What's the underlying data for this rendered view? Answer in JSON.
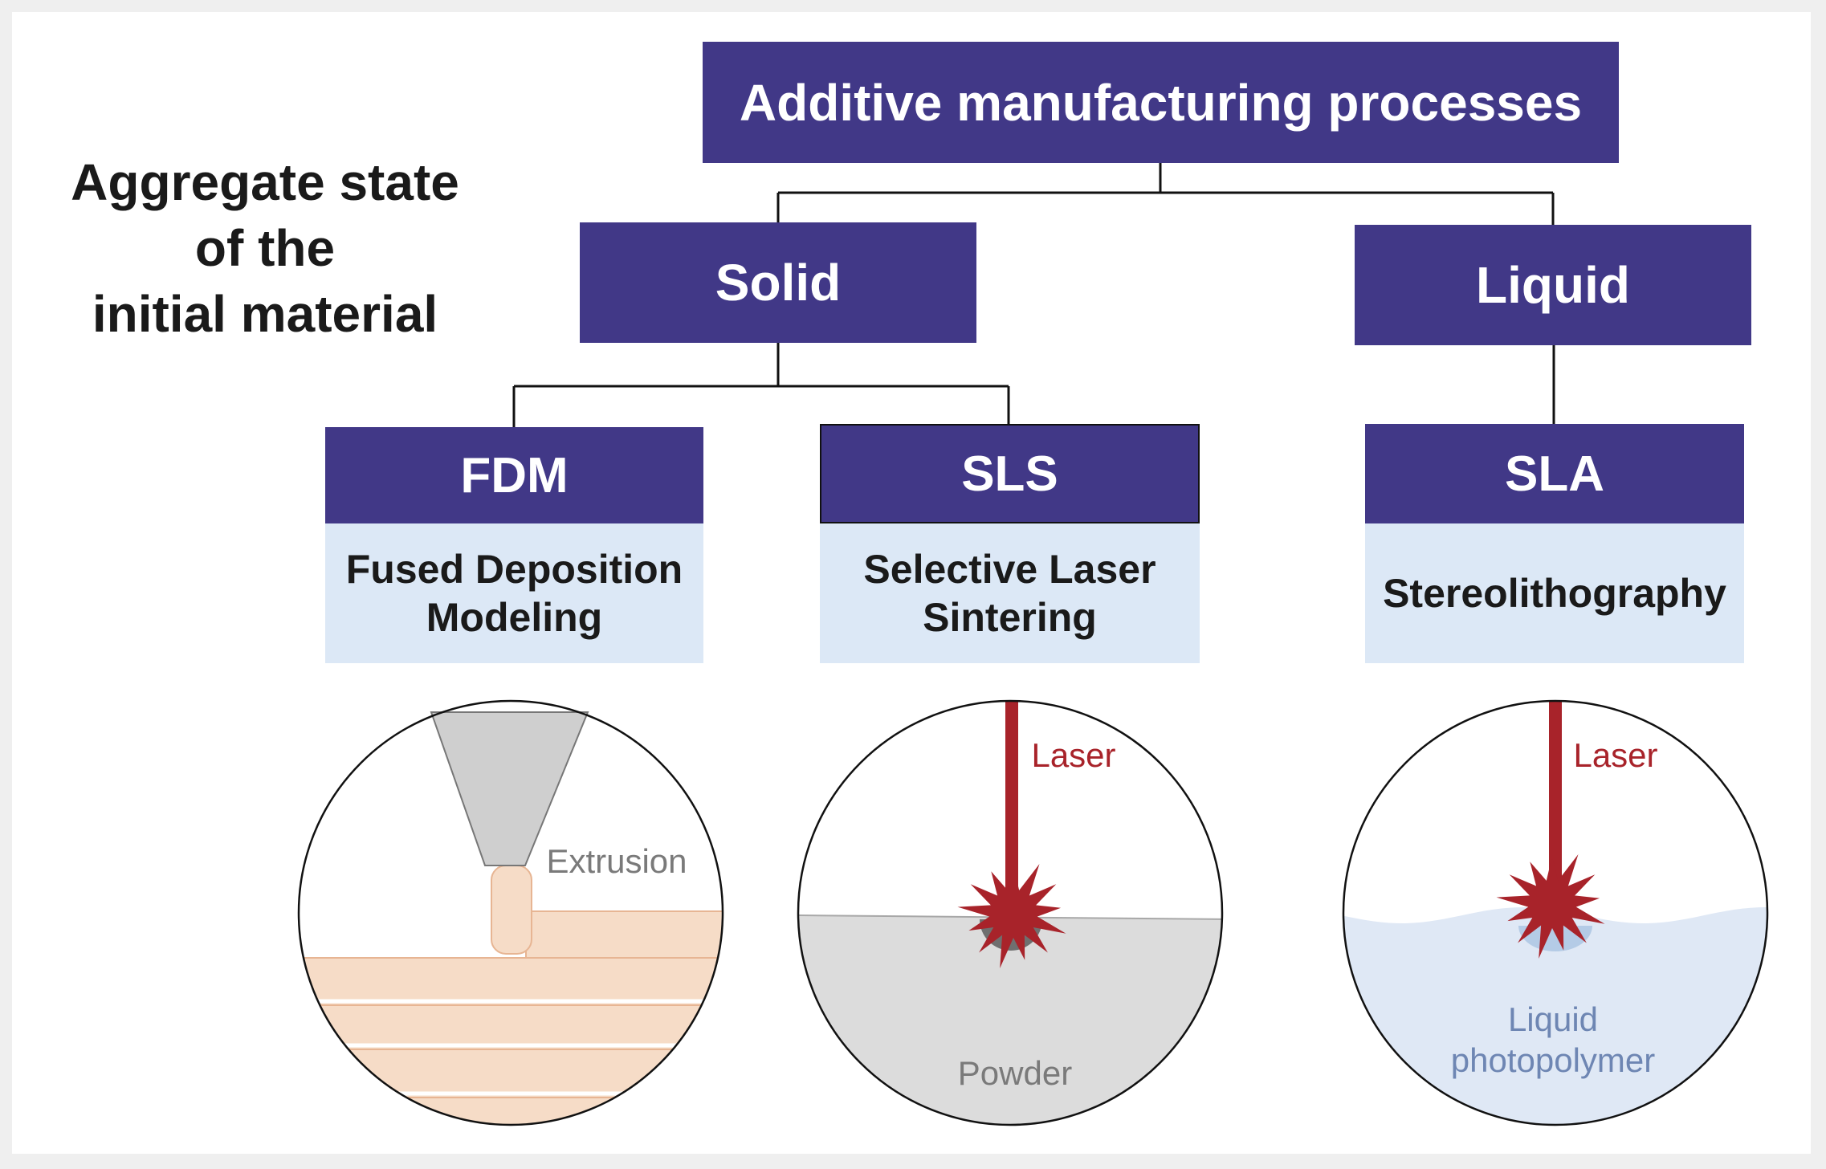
{
  "aggregate_title": "Aggregate state\nof the\ninitial material",
  "root": "Additive manufacturing processes",
  "states": {
    "solid": "Solid",
    "liquid": "Liquid"
  },
  "processes": [
    {
      "abbr": "FDM",
      "full": "Fused Deposition\nModeling",
      "illustration_label": "Extrusion"
    },
    {
      "abbr": "SLS",
      "full": "Selective Laser\nSintering",
      "laser_label": "Laser",
      "illustration_label": "Powder"
    },
    {
      "abbr": "SLA",
      "full": "Stereolithography",
      "laser_label": "Laser",
      "illustration_label": "Liquid\nphotopolymer"
    }
  ],
  "colors": {
    "box": "#413887",
    "subbox": "#dce8f6",
    "laser": "#a8232a",
    "filament": "#f6dcc7",
    "powder": "#dcdcdc",
    "resin": "#dfe8f5"
  }
}
